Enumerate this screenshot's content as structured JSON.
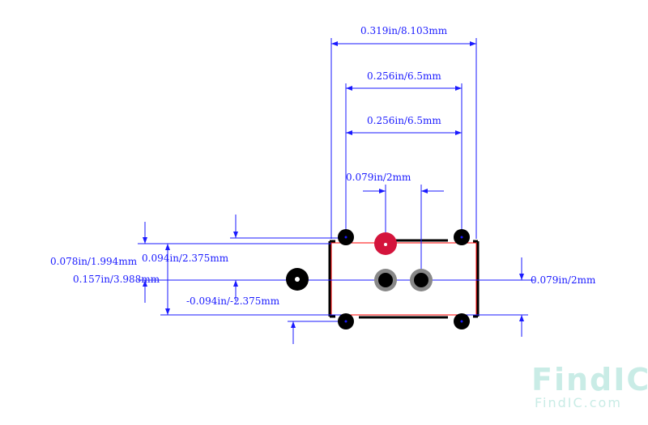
{
  "dimensions": {
    "top_overall": "0.319in/8.103mm",
    "top_pitch_a": "0.256in/6.5mm",
    "top_pitch_b": "0.256in/6.5mm",
    "pin_pitch": "0.079in/2mm",
    "left_a": "0.078in/1.994mm",
    "left_b": "0.094in/2.375mm",
    "left_c": "0.157in/3.988mm",
    "left_d": "-0.094in/-2.375mm",
    "right_a": "0.079in/2mm"
  },
  "watermark": {
    "big": "FindIC",
    "small": "FindIC.com"
  },
  "colors": {
    "dimension": "#1a1aff",
    "pad": "#000000",
    "pin1": "#d4143c",
    "outline": "#000000",
    "body_outline": "#ff0000",
    "watermark": "#c9ece6"
  }
}
